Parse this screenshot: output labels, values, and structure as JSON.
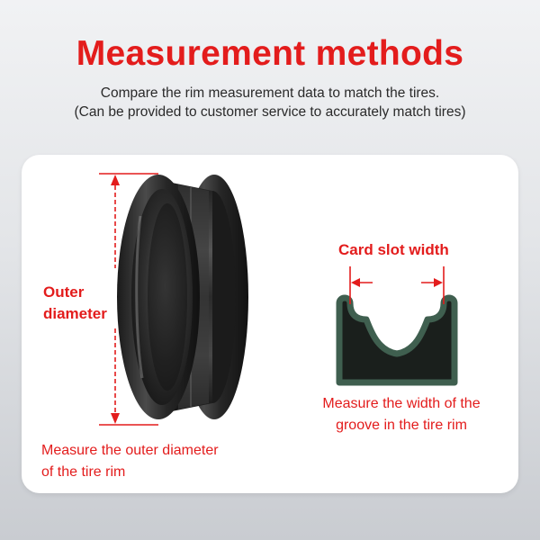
{
  "header": {
    "title": "Measurement methods",
    "subtitle_line1": "Compare the rim measurement data to match the tires.",
    "subtitle_line2": "(Can be provided to customer service to accurately match tires)"
  },
  "left_panel": {
    "dimension_label_line1": "Outer",
    "dimension_label_line2": "diameter",
    "caption_line1": "Measure the outer diameter",
    "caption_line2": "of the tire rim"
  },
  "right_panel": {
    "dimension_label": "Card slot width",
    "caption_line1": "Measure the width of the",
    "caption_line2": "groove in the tire rim"
  },
  "colors": {
    "accent": "#e31c1c",
    "rubber": "#2b2b2b",
    "cross_section": "#3f5f4f",
    "card": "#ffffff"
  }
}
